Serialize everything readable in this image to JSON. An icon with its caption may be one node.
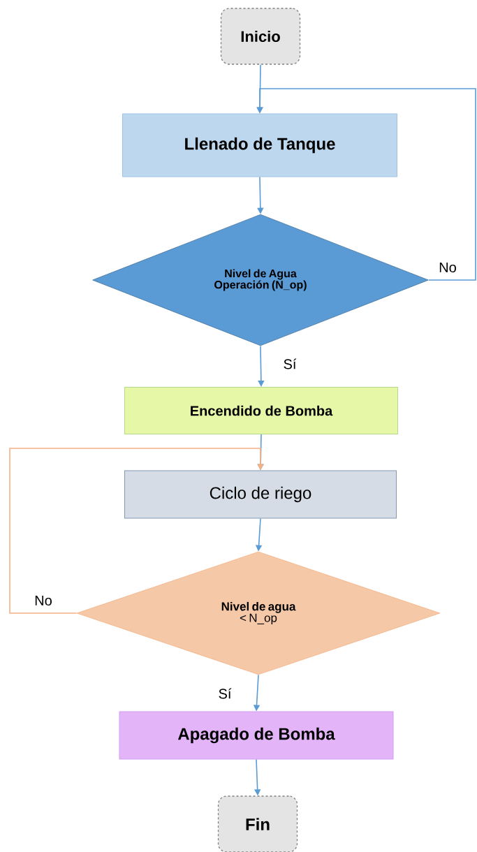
{
  "diagram": {
    "nodes": [
      {
        "text": [
          "Inicio"
        ]
      },
      {
        "text": [
          "Llenado de Tanque"
        ]
      },
      {
        "text": [
          "Nivel de Agua Operación (N_op)"
        ]
      },
      {
        "text": [
          "Encendido de Bomba"
        ]
      },
      {
        "text": [
          "Ciclo de riego"
        ]
      },
      {
        "text": [
          "Nivel de agua",
          "< N_op"
        ]
      },
      {
        "text": [
          "Apagado de Bomba"
        ]
      },
      {
        "text": [
          "Fin"
        ]
      }
    ],
    "edges": [
      {
        "from": 0,
        "to": 1,
        "arrow": "to"
      },
      {
        "from": 1,
        "to": 2,
        "arrow": "to"
      },
      {
        "from": 2,
        "to": 1,
        "arrow": "to",
        "label": "No"
      },
      {
        "from": 2,
        "to": 3,
        "arrow": "to",
        "label": "Sí"
      },
      {
        "from": 3,
        "to": 4,
        "arrow": "to"
      },
      {
        "from": 4,
        "to": 5,
        "arrow": "to"
      },
      {
        "from": 5,
        "to": 4,
        "arrow": "to",
        "label": "No",
        "color": "#f4b183"
      },
      {
        "from": 5,
        "to": 6,
        "arrow": "to",
        "label": "Sí"
      },
      {
        "from": 6,
        "to": 7,
        "arrow": "to"
      }
    ]
  }
}
